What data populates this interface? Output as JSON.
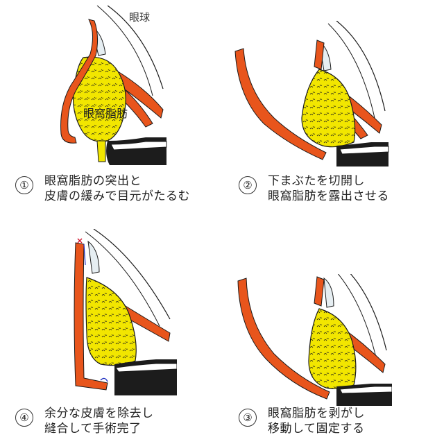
{
  "labels": {
    "eyeball": "眼球",
    "orbital_fat": "眼窩脂肪"
  },
  "captions": [
    {
      "number": "①",
      "lines": [
        "眼窩脂肪の突出と",
        "皮膚の緩みで目元がたるむ"
      ]
    },
    {
      "number": "②",
      "lines": [
        "下まぶたを切開し",
        "眼窩脂肪を露出させる"
      ]
    },
    {
      "number": "④",
      "lines": [
        "余分な皮膚を除去し",
        "縫合して手術完了"
      ]
    },
    {
      "number": "③",
      "lines": [
        "眼窩脂肪を剥がし",
        "移動して固定する"
      ]
    }
  ],
  "colors": {
    "fat": "#f2e600",
    "muscle": "#e8551c",
    "muscle_light": "#f19a6f",
    "outline": "#1a1a1a",
    "bone": "#1c1c1c",
    "suture_red": "#d0102a",
    "suture_blue": "#2030c0"
  }
}
